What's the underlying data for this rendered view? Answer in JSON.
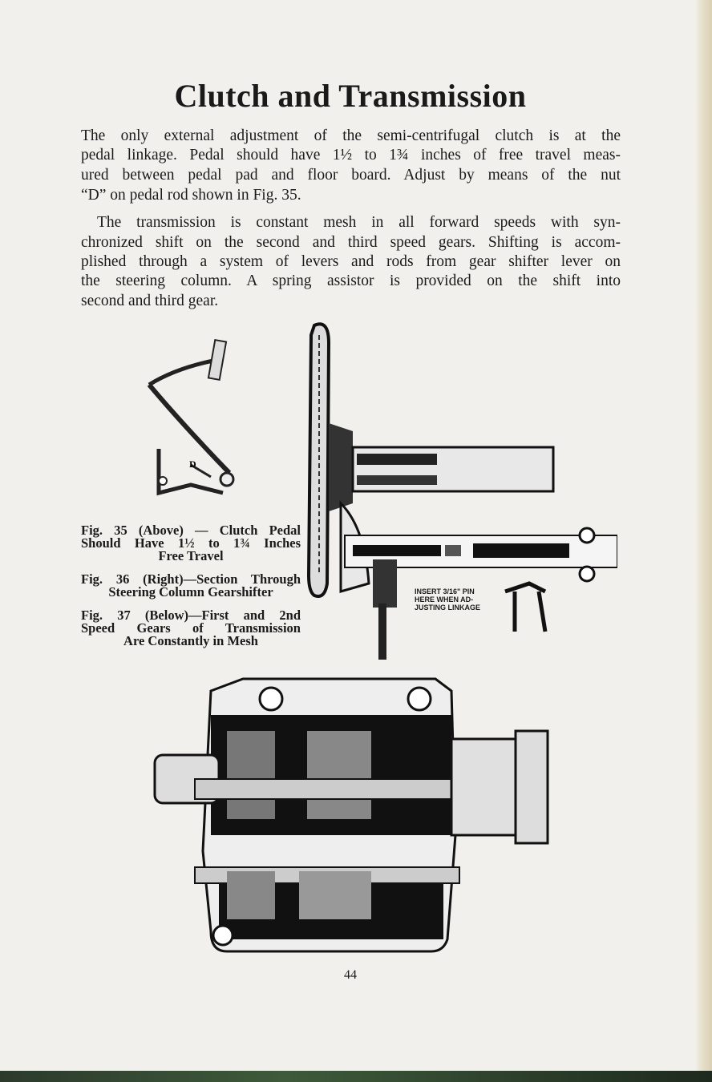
{
  "title": "Clutch and Transmission",
  "paragraphs": [
    [
      "The only external adjustment of the semi-centrifugal clutch is at the",
      "pedal linkage.  Pedal should have 1½ to 1¾ inches of free travel meas-",
      "ured between pedal pad and floor board.  Adjust by means of the nut",
      "“D” on pedal rod shown in Fig. 35."
    ],
    [
      "The transmission is constant mesh in all forward speeds with syn-",
      "chronized shift on the second and third speed gears.  Shifting is accom-",
      "plished through a system of levers and rods from gear shifter lever on",
      "the steering column.  A spring assistor is provided on the shift into",
      "second and third gear."
    ]
  ],
  "figures": {
    "fig35_label": "D",
    "captions": [
      [
        "Fig. 35 (Above) — Clutch Pedal",
        "Should Have 1½ to 1¾ Inches",
        "Free Travel"
      ],
      [
        "Fig. 36 (Right)—Section Through",
        "Steering Column Gearshifter"
      ],
      [
        "Fig. 37 (Below)—First and 2nd",
        "Speed Gears of Transmission",
        "Are Constantly in Mesh"
      ]
    ],
    "insert_note": [
      "INSERT 3/16\" PIN",
      "HERE WHEN AD-",
      "JUSTING LINKAGE"
    ]
  },
  "page_number": "44"
}
